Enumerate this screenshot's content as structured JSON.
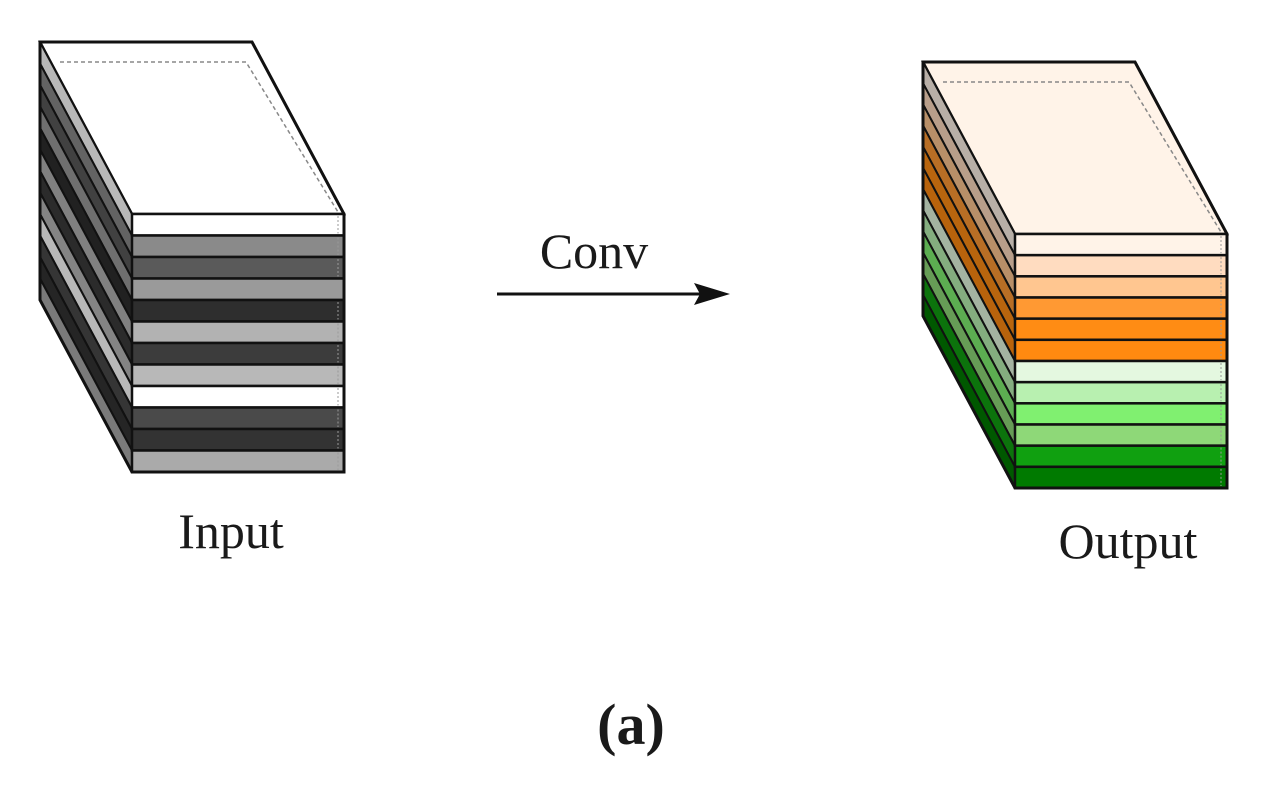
{
  "diagram": {
    "input_label": "Input",
    "output_label": "Output",
    "operation_label": "Conv",
    "caption": "(a)"
  },
  "input_block": {
    "top_color": "#ffffff",
    "layer_colors": [
      "#ffffff",
      "#8a8a8a",
      "#5a5a5a",
      "#9a9a9a",
      "#2e2e2e",
      "#b2b2b2",
      "#3c3c3c",
      "#b8b8b8",
      "#ffffff",
      "#4a4a4a",
      "#333333",
      "#aaaaaa"
    ]
  },
  "output_block": {
    "top_color": "#fff3e8",
    "layer_colors": [
      "#fff3e8",
      "#ffdcc0",
      "#ffc690",
      "#ff9933",
      "#ff8c14",
      "#ff8a10",
      "#e4f8e0",
      "#b8f0b0",
      "#80f070",
      "#8ed878",
      "#10a010",
      "#007a00"
    ]
  }
}
